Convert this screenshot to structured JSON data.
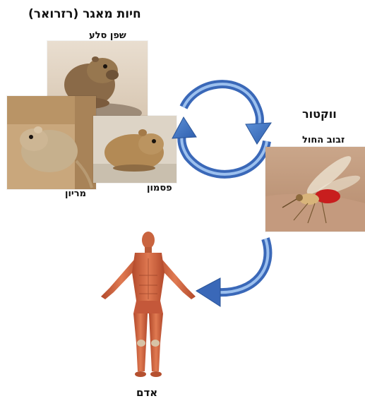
{
  "diagram": {
    "reservoir_title": "חיות מאגר (רזרואר)",
    "hyrax_label": "שפן סלע",
    "gerbil_label": "מריון",
    "rat_label": "פסמון",
    "vector_title": "ווקטור",
    "sandfly_label": "זבוב החול",
    "human_label": "אדם"
  }
}
